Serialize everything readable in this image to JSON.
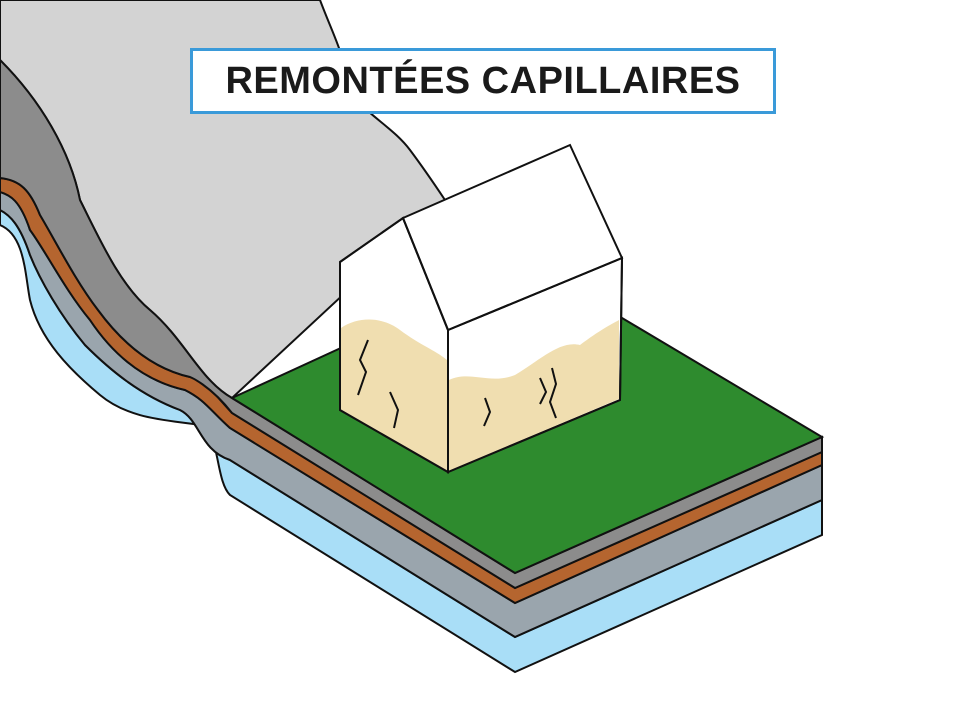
{
  "title": "REMONTÉES CAPILLAIRES",
  "colors": {
    "title_border": "#3a9ad9",
    "hillside": "#d3d3d3",
    "asphalt": "#8c8c8c",
    "clay": "#b5652f",
    "gravel": "#9aa5ad",
    "groundwater": "#a9def7",
    "grass": "#2e8b2e",
    "wall": "#ffffff",
    "damp_stain": "#f0deb0",
    "outline": "#111111"
  },
  "layers": [
    "hillside",
    "asphalt",
    "clay",
    "gravel",
    "groundwater",
    "grass"
  ],
  "icons": [
    "house-icon",
    "wall-crack-icon"
  ]
}
